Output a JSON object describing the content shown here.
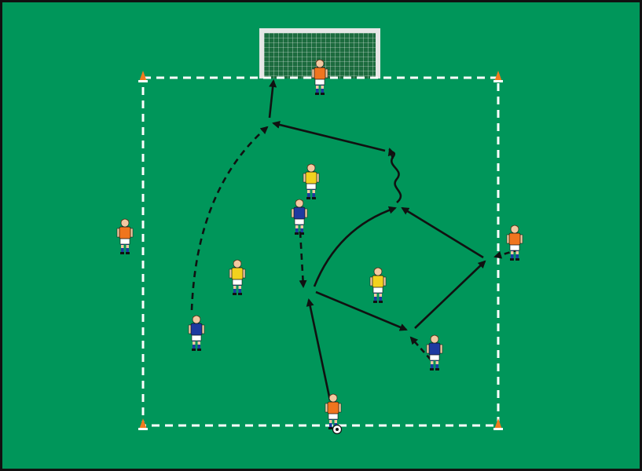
{
  "diagram": {
    "type": "soccer-drill",
    "colors": {
      "pitch": "#00965a",
      "border": "#111111",
      "line": "#ffffff",
      "arrow": "#111111",
      "cone": "#f07a1e",
      "goal_frame": "#e0e0e0",
      "net": "#1c6b3e"
    },
    "icons": [
      "cone-icon",
      "ball-icon",
      "goal-icon"
    ],
    "teams": {
      "orange": {
        "shirt": "#f0751e",
        "shorts": "#ffffff",
        "socks": "#1e3aa0"
      },
      "blue": {
        "shirt": "#1e3aa0",
        "shorts": "#ffffff",
        "socks": "#1e3aa0"
      },
      "yellow": {
        "shirt": "#f2d21e",
        "shorts": "#ffffff",
        "socks": "#1e3aa0"
      }
    },
    "players": [
      {
        "team": "orange",
        "role": "goalkeeper"
      },
      {
        "team": "orange",
        "role": "left-neutral"
      },
      {
        "team": "orange",
        "role": "right-neutral"
      },
      {
        "team": "orange",
        "role": "bottom-player-with-ball"
      },
      {
        "team": "blue",
        "role": "left-attacker"
      },
      {
        "team": "blue",
        "role": "center-attacker"
      },
      {
        "team": "blue",
        "role": "right-attacker"
      },
      {
        "team": "yellow",
        "role": "defender"
      },
      {
        "team": "yellow",
        "role": "defender"
      },
      {
        "team": "yellow",
        "role": "defender"
      }
    ],
    "movements": [
      {
        "kind": "pass",
        "style": "solid"
      },
      {
        "kind": "run",
        "style": "dashed"
      },
      {
        "kind": "dribble",
        "style": "wavy"
      },
      {
        "kind": "shot",
        "style": "solid"
      }
    ]
  }
}
